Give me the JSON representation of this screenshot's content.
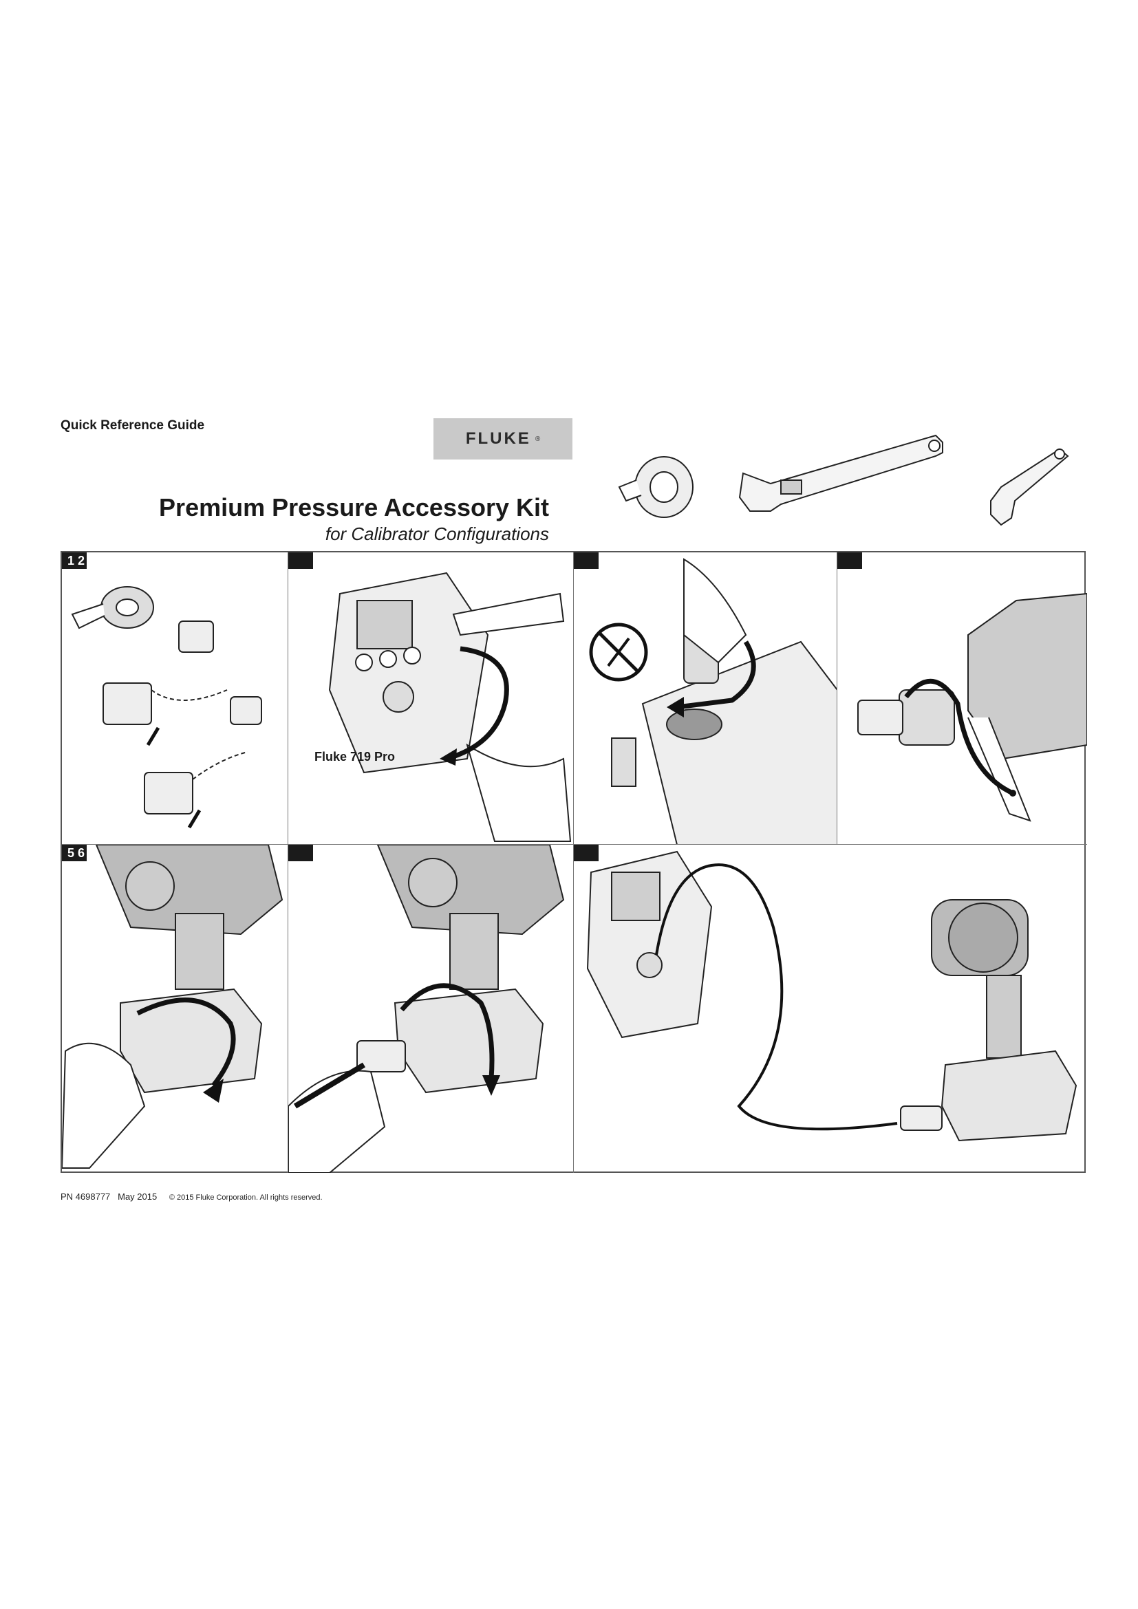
{
  "header": {
    "doc_type": "Quick Reference Guide",
    "brand": "FLUKE",
    "brand_mark": "®",
    "title": "Premium Pressure Accessory Kit",
    "subtitle": "for Calibrator Configurations"
  },
  "tools": [
    "ptfe-tape-icon",
    "adjustable-wrench-icon",
    "open-end-wrench-icon"
  ],
  "panels": [
    {
      "number": "1 2",
      "label": ""
    },
    {
      "number": "",
      "label": "Fluke 719 Pro"
    },
    {
      "number": "",
      "label": ""
    },
    {
      "number": "",
      "label": ""
    },
    {
      "number": "5 6",
      "label": ""
    },
    {
      "number": "",
      "label": ""
    },
    {
      "number": "",
      "label": ""
    }
  ],
  "footer": {
    "part_number": "PN 4698777",
    "date": "May 2015",
    "copyright": "© 2015 Fluke Corporation. All rights reserved."
  }
}
